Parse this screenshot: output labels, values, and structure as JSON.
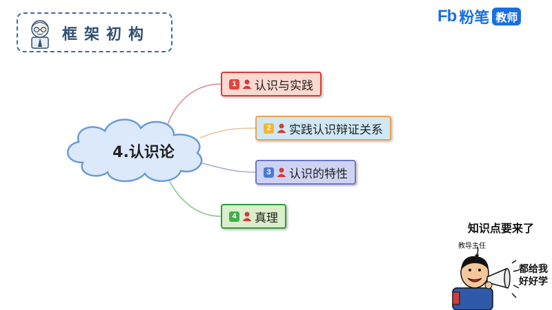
{
  "header": {
    "title": "框架初构"
  },
  "logo": {
    "mark": "Fb",
    "name": "粉笔",
    "badge": "教师"
  },
  "mindmap": {
    "central": "4.认识论",
    "branches": [
      {
        "num": "1",
        "label": "认识与实践",
        "border": "#d43a3a",
        "fill": "#fbd9cf",
        "num_color": "#e0463e",
        "line": "#d98a8a"
      },
      {
        "num": "2",
        "label": "实践认识辩证关系",
        "border": "#f0a050",
        "fill": "#cfe8f5",
        "num_color": "#f2b534",
        "line": "#e8c39a"
      },
      {
        "num": "3",
        "label": "认识的特性",
        "border": "#6a78c8",
        "fill": "#cfd3f3",
        "num_color": "#4a7ad8",
        "line": "#a2aade"
      },
      {
        "num": "4",
        "label": "真理",
        "border": "#2e9a3c",
        "fill": "#d9eec9",
        "num_color": "#3cb04a",
        "line": "#86c38e"
      }
    ],
    "person_icon_color": "#d13b3b",
    "cloud_fill": "#dbe9fb",
    "cloud_stroke": "#6a9ad8"
  },
  "cartoon": {
    "caption": "知识点要来了",
    "tag": "教导主任",
    "shout": "都给我好好学"
  }
}
